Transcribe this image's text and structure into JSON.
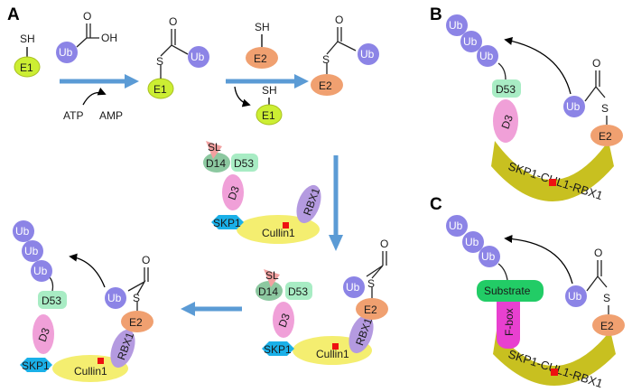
{
  "panels": {
    "a": "A",
    "b": "B",
    "c": "C"
  },
  "labels": {
    "ub": "Ub",
    "e1": "E1",
    "e2": "E2",
    "sh": "SH",
    "s": "S",
    "o": "O",
    "oh": "OH",
    "atp": "ATP",
    "amp": "AMP",
    "sl": "SL",
    "d14": "D14",
    "d53": "D53",
    "d3": "D3",
    "skp1": "SKP1",
    "cullin1": "Cullin1",
    "rbx1": "RBX1",
    "complex": "SKP1-CUL1-RBX1",
    "substrate": "Substrate",
    "fbox": "F-box"
  },
  "colors": {
    "ub": "#8c84e6",
    "e1": "#ccee33",
    "e2": "#f0a070",
    "d53": "#a8ecc4",
    "d14": "#8cc8a0",
    "d3": "#f0a0d8",
    "sl": "#f2a0a0",
    "skp1": "#1ab0e8",
    "cullin": "#f4ee70",
    "rbx1": "#b49ae0",
    "complex": "#c8c020",
    "substrate": "#22cc66",
    "fbox": "#e840d0",
    "arrow": "#5b9bd5",
    "marker": "#ee1111"
  }
}
